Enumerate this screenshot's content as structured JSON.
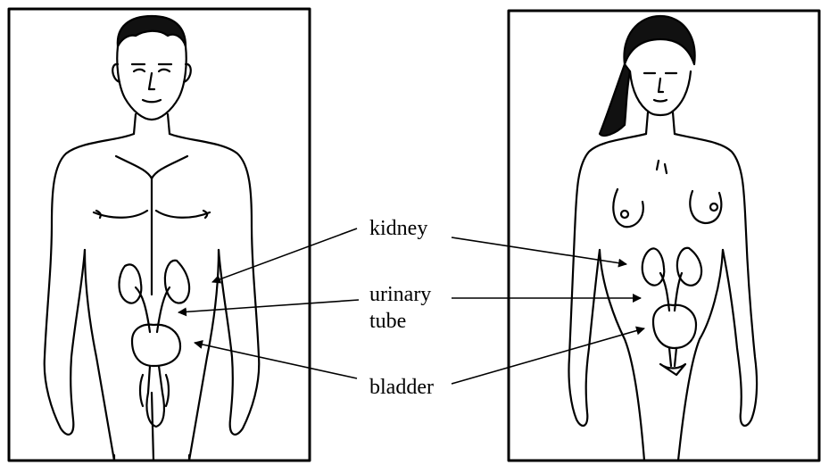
{
  "labels": {
    "kidney": "kidney",
    "urinary_line1": "urinary",
    "urinary_line2": "tube",
    "bladder": "bladder"
  },
  "colors": {
    "ink": "#000000",
    "paper": "#ffffff"
  }
}
